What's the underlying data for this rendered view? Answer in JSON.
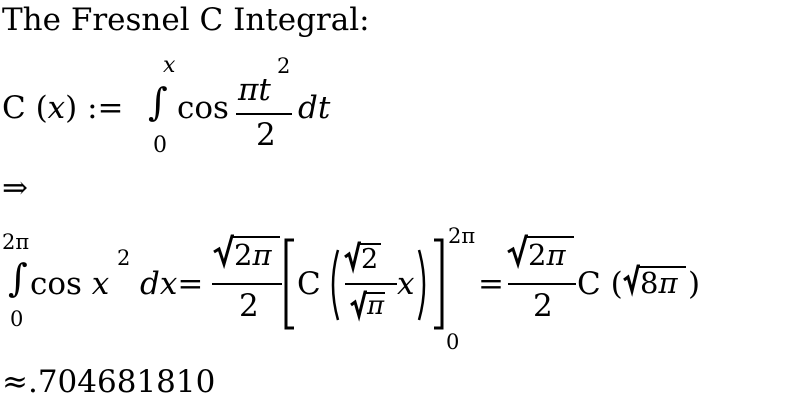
{
  "title": "The Fresnel C Integral:",
  "definition": {
    "lhs": "C (x) :=",
    "lower": "0",
    "upper": "x",
    "integrand": "cos",
    "num": "πt",
    "num_exp": "2",
    "den": "2",
    "dt": "dt"
  },
  "implies": "⇒",
  "evaluation": {
    "lower": "0",
    "upper": "2π",
    "integrand": "cos x",
    "exp": "2",
    "dx": "dx=",
    "frac1_num": "2π",
    "frac1_den": "2",
    "C": "C",
    "inner_num": "2",
    "inner_den": "π",
    "inner_x": "x",
    "eval_upper": "2π",
    "eval_lower": "0",
    "eq": "=",
    "frac2_num": "2π",
    "frac2_den": "2",
    "C2": "C (",
    "sqrt_arg": "8π",
    "close": ")"
  },
  "result": "≈.704681810"
}
